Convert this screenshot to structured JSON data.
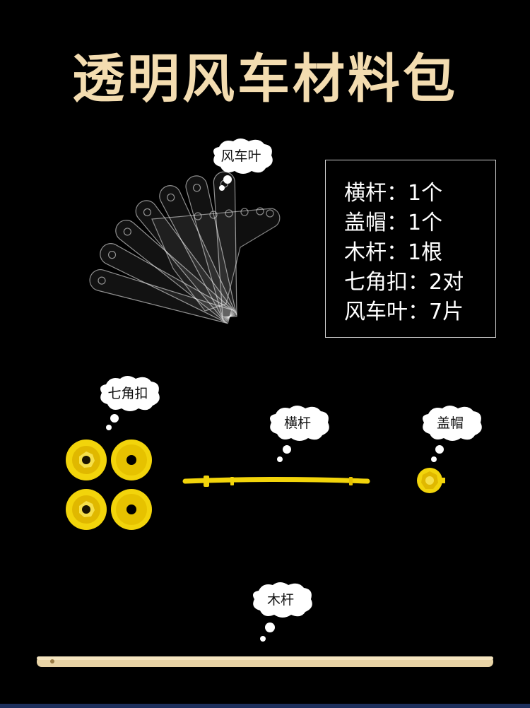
{
  "title": "透明风车材料包",
  "contents_list": [
    "横杆：1个",
    "盖帽：1个",
    "木杆：1根",
    "七角扣：2对",
    "风车叶：7片"
  ],
  "callouts": {
    "blades": "风车叶",
    "buckles": "七角扣",
    "crossbar": "横杆",
    "cap": "盖帽",
    "stick": "木杆"
  },
  "colors": {
    "background": "#000000",
    "title": "#f3dcb0",
    "plastic_yellow": "#f2d40b",
    "wood": "#e8d3a5"
  }
}
